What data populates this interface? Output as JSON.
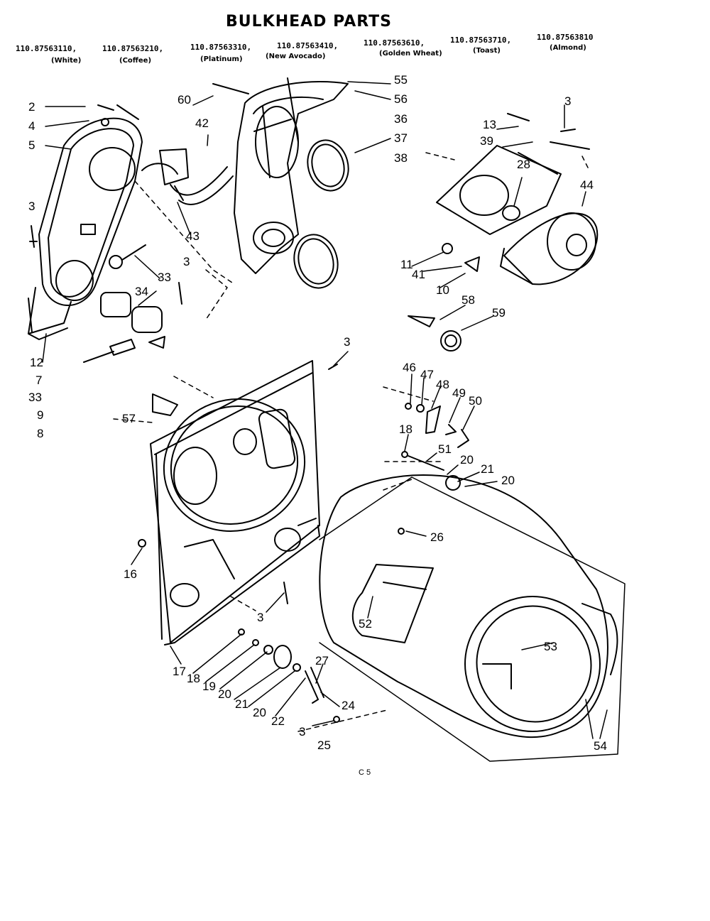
{
  "title": "BULKHEAD PARTS",
  "models": [
    {
      "number": "110.87563110,",
      "color": "(White)"
    },
    {
      "number": "110.87563210,",
      "color": "(Coffee)"
    },
    {
      "number": "110.87563310,",
      "color": "(Platinum)"
    },
    {
      "number": "110.87563410,",
      "color": "(New Avocado)"
    },
    {
      "number": "110.87563610,",
      "color": "(Golden Wheat)"
    },
    {
      "number": "110.87563710,",
      "color": "(Toast)"
    },
    {
      "number": "110.87563810",
      "color": "(Almond)"
    }
  ],
  "callouts": {
    "c1": "2",
    "c2": "4",
    "c3": "5",
    "c4": "3",
    "c5": "60",
    "c6": "42",
    "c7": "55",
    "c8": "56",
    "c9": "36",
    "c10": "37",
    "c11": "38",
    "c12": "3",
    "c13": "13",
    "c14": "39",
    "c15": "28",
    "c16": "44",
    "c17": "43",
    "c18": "3",
    "c19": "33",
    "c20": "34",
    "c21": "11",
    "c22": "41",
    "c23": "10",
    "c24": "58",
    "c25": "59",
    "c26": "12",
    "c27": "7",
    "c28": "33",
    "c29": "9",
    "c30": "8",
    "c31": "3",
    "c32": "57",
    "c33": "46",
    "c34": "47",
    "c35": "48",
    "c36": "49",
    "c37": "50",
    "c38": "18",
    "c39": "51",
    "c40": "20",
    "c41": "21",
    "c42": "20",
    "c43": "26",
    "c44": "16",
    "c45": "52",
    "c46": "3",
    "c47": "53",
    "c48": "27",
    "c49": "17",
    "c50": "18",
    "c51": "19",
    "c52": "20",
    "c53": "21",
    "c54": "20",
    "c55": "22",
    "c56": "24",
    "c57": "3",
    "c58": "25",
    "c59": "54"
  },
  "footer": "C 5"
}
